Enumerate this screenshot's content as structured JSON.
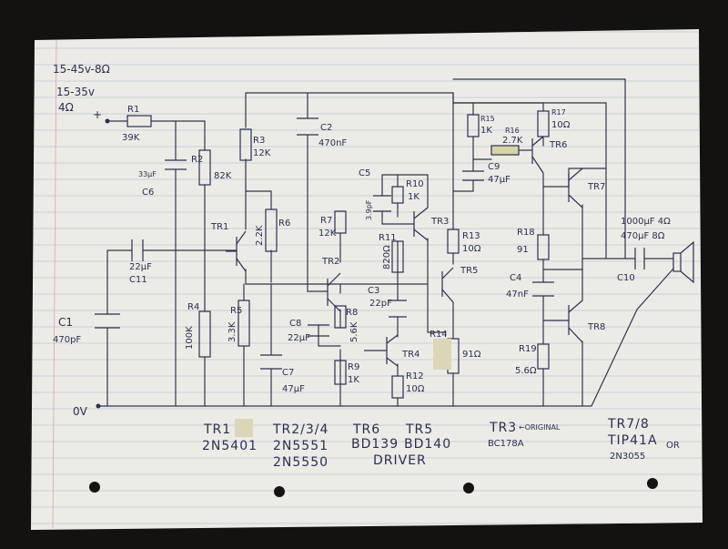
{
  "supply": {
    "line1": "15-45v-8Ω",
    "line2": "15-35v",
    "line3": "4Ω",
    "plus": "+",
    "zero": "0V"
  },
  "components": {
    "R1": "R1",
    "R1v": "39K",
    "R2": "R2",
    "R2v": "82K",
    "R3": "R3",
    "R3v": "12K",
    "R4": "R4",
    "R4v": "100K",
    "R5": "R5",
    "R5v": "3.3K",
    "R6": "R6",
    "R6v": "2.2K",
    "R7": "R7",
    "R7v": "12K",
    "R8": "R8",
    "R8v": "5.6K",
    "R9": "R9",
    "R9v": "1K",
    "R10": "R10",
    "R10v": "1K",
    "R11": "R11",
    "R11v": "820Ω",
    "R12": "R12",
    "R12v": "10Ω",
    "R13": "R13",
    "R13v": "10Ω",
    "R14": "R14",
    "R14v": "91Ω",
    "R15": "R15",
    "R15v": "1K",
    "R16": "R16",
    "R16v": "2.7K",
    "R17": "R17",
    "R17v": "10Ω",
    "R18": "R18",
    "R18v": "91",
    "R19": "R19",
    "R19v": "5.6Ω",
    "C1": "C1",
    "C1v": "470pF",
    "C2": "C2",
    "C2v": "470nF",
    "C3": "C3",
    "C3v": "22pF",
    "C4": "C4",
    "C4v": "47nF",
    "C5": "C5",
    "C5v": "3.9pF",
    "C6": "C6",
    "C6v": "33µF",
    "C7": "C7",
    "C7v": "47µF",
    "C8": "C8",
    "C8v": "22µF",
    "C9": "C9",
    "C9v": "47µF",
    "C10": "C10",
    "C10v": "1000µF 4Ω",
    "C10v2": "470µF 8Ω",
    "C11": "C11",
    "C11v": "22µF",
    "TR1": "TR1",
    "TR2": "TR2",
    "TR3": "TR3",
    "TR4": "TR4",
    "TR5": "TR5",
    "TR6": "TR6",
    "TR7": "TR7",
    "TR8": "TR8"
  },
  "legend": {
    "tr1_head": "TR1",
    "tr1_part": "2N5401",
    "tr234_head": "TR2/3/4",
    "tr234_part1": "2N5551",
    "tr234_part2": "2N5550",
    "tr6_head": "TR6",
    "tr6_part": "BD139",
    "tr5_head": "TR5",
    "tr5_part": "BD140",
    "driver": "DRIVER",
    "tr3_head": "TR3",
    "tr3_part": "BC178A",
    "original": "←ORIGINAL",
    "tr78_head": "TR7/8",
    "tr78_part1": "TIP41A",
    "or": "OR",
    "tr78_part2": "2N3055"
  }
}
